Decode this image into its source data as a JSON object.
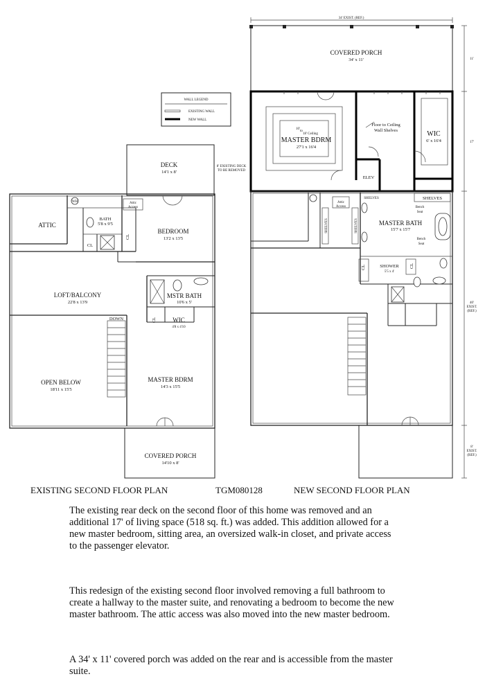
{
  "legend": {
    "title": "WALL LEGEND",
    "existing_wall": "EXISTING WALL",
    "new_wall": "NEW WALL"
  },
  "existing_plan": {
    "caption": "EXISTING SECOND FLOOR PLAN",
    "deck": {
      "name": "DECK",
      "dims": "14'1 x 8'"
    },
    "deck_note_1": "8' EXISTING DECK",
    "deck_note_2": "TO BE REMOVED",
    "wh": "WH",
    "attic_access_1": "Attic",
    "attic_access_2": "Access",
    "attic": "ATTIC",
    "bath": {
      "name": "BATH",
      "dims": "5'8 x 9'5"
    },
    "cl": "CL",
    "bedroom": {
      "name": "BEDROOM",
      "dims": "13'2 x 13'5"
    },
    "loft": {
      "name": "LOFT/BALCONY",
      "dims": "22'8 x 13'9"
    },
    "mstr_bath": {
      "name": "MSTR BATH",
      "dims": "10'6 x 5'"
    },
    "wic": {
      "name": "WIC",
      "dims": "4'8 x 4'10"
    },
    "down": "DOWN",
    "open_below": {
      "name": "OPEN BELOW",
      "dims": "18'11 x 15'5"
    },
    "master_bdrm": {
      "name": "MASTER BDRM",
      "dims": "14'3 x 15'5"
    },
    "covered_porch": {
      "name": "COVERED PORCH",
      "dims": "14'10 x 8'"
    }
  },
  "code": "TGM080128",
  "new_plan": {
    "caption": "NEW SECOND FLOOR PLAN",
    "top_dim": "34' EXIST. (REF.)",
    "covered_porch": {
      "name": "COVERED PORCH",
      "dims": "34' x 11'"
    },
    "ceiling_1": "10'",
    "ceiling_2": "to",
    "ceiling_3": "18' Ceiling",
    "master_bdrm": {
      "name": "MASTER BDRM",
      "dims": "27'1 x 16'4"
    },
    "shelves_note_1": "Floor to Ceiling",
    "shelves_note_2": "Wall Shelves",
    "wic": {
      "name": "WIC",
      "dims": "6' x 16'4"
    },
    "elev": "ELEV",
    "shelves": "SHELVES",
    "attic_access_1": "Attic",
    "attic_access_2": "Access",
    "master_bath": {
      "name": "MASTER BATH",
      "dims": "15'7 x 15'7"
    },
    "bench_1": "Bench",
    "bench_2": "Seat",
    "shower": {
      "name": "SHOWER",
      "dims": "5'5 x 4'"
    },
    "cl": "CL",
    "dim_11": "11'",
    "dim_17": "17'",
    "dim_40_1": "40'",
    "dim_40_2": "EXIST.",
    "dim_40_3": "(REF.)",
    "dim_8_1": "8'",
    "dim_8_2": "EXIST.",
    "dim_8_3": "(REF.)"
  },
  "description": [
    "The existing rear deck on the second floor of this home was removed and an additional 17' of living space (518 sq. ft.) was added.  This addition allowed for a new master bedroom, sitting area, an oversized walk-in closet, and private access to the passenger elevator.",
    "This redesign of the existing second floor involved removing a full bathroom to create a hallway to the master suite, and renovating a bedroom to become the new master bathroom. The attic access was also moved into the new master bedroom.",
    "A 34' x 11' covered porch was added on the rear and is accessible from the master suite."
  ]
}
